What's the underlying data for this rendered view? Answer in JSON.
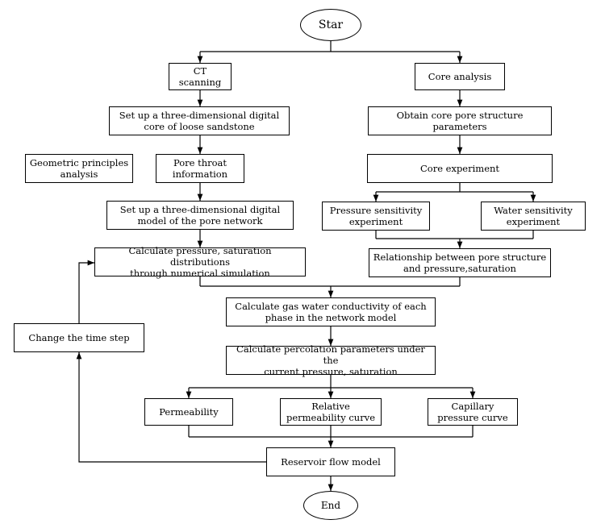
{
  "nodes": {
    "start": "Star",
    "ct_scanning": "CT scanning",
    "core_analysis": "Core analysis",
    "digital_core": "Set up a three-dimensional digital\ncore of loose sandstone",
    "obtain_params": "Obtain core pore structure parameters",
    "geometric": "Geometric principles\nanalysis",
    "pore_throat": "Pore throat\ninformation",
    "core_experiment": "Core experiment",
    "digital_model": "Set up a three-dimensional digital\nmodel of the pore network",
    "pressure_sens": "Pressure sensitivity\nexperiment",
    "water_sens": "Water sensitivity\nexperiment",
    "calc_pressure": "Calculate pressure, saturation distributions\nthrough numerical simulation",
    "relationship": "Relationship between pore structure\nand pressure,saturation",
    "calc_gas_water": "Calculate gas water conductivity of each\nphase in the network model",
    "change_time": "Change the time step",
    "calc_percolation": "Calculate percolation parameters under the\ncurrent pressure, saturation",
    "permeability": "Permeability",
    "relative_perm": "Relative\npermeability curve",
    "capillary": "Capillary\npressure curve",
    "reservoir": "Reservoir flow model",
    "end": "End"
  }
}
